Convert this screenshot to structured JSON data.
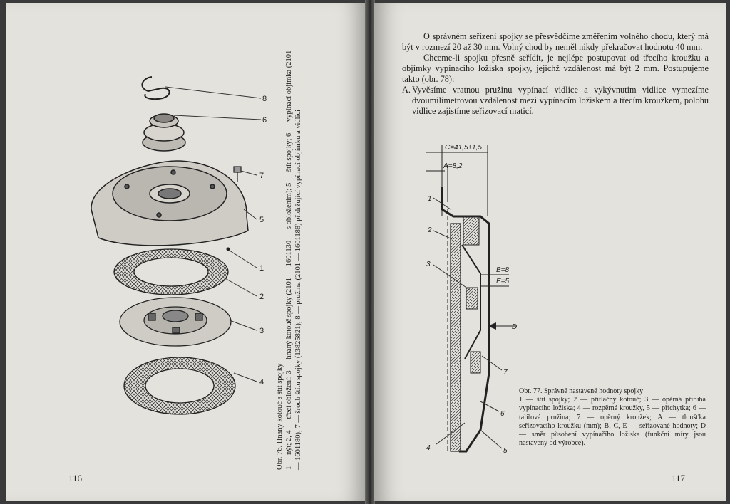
{
  "left_page": {
    "page_number": "116",
    "figure": {
      "labels": [
        "8",
        "6",
        "7",
        "5",
        "1",
        "2",
        "3",
        "4"
      ],
      "caption": {
        "title": "Obr. 76. Hnaný kotouč a štít spojky",
        "text": "1 — nýt; 2, 4 — třecí obložení; 3 — hnaný kotouč spojky (2101 — 1601130 — s obložením); 5 — štít spojky; 6 — vypínací objímka (2101 — 1601180); 7 — šroub štítu spojky (13825821); 8 — pružina (2101 — 1601188) přidržující vypínací objímku a vidlici"
      }
    }
  },
  "right_page": {
    "page_number": "117",
    "paragraphs": [
      "O správném seřízení spojky se přesvědčíme změřením volného chodu, který má být v rozmezí 20 až 30 mm. Volný chod by neměl nikdy překračovat hodnotu 40 mm.",
      "Chceme-li spojku přesně seřídit, je nejlépe postupovat od třecího kroužku a objímky vypínacího ložiska spojky, jejichž vzdálenost má být 2 mm. Postupujeme takto (obr. 78):"
    ],
    "item_a": {
      "label": "A.",
      "text": "Vyvěsíme vratnou pružinu vypínací vidlice a vykývnutím vidlice vymezíme dvoumilimetrovou vzdálenost mezi vypínacím ložiskem a třecím kroužkem, polohu vidlice zajistíme seřizovací maticí."
    },
    "figure": {
      "dim_c": "C=41,5±1,5",
      "dim_a": "A=8,2",
      "dim_b": "B=8",
      "dim_e": "E=5",
      "label_d": "D",
      "part_labels": [
        "1",
        "2",
        "3",
        "7",
        "6",
        "4",
        "5"
      ],
      "caption": {
        "title": "Obr. 77. Správně nastavené hodnoty spojky",
        "text": "1 — štít spojky; 2 — přítlačný kotouč; 3 — opěrná příruba vypínacího ložiska; 4 — rozpěrné kroužky, 5 — příchytka; 6 — talířová pružina; 7 — opěrný kroužek; A — tloušťka seřizovacího kroužku (mm); B, C, E — seřizované hodnoty; D — směr působení vypínačího ložiska (funkční míry jsou nastaveny od výrobce)."
      }
    }
  }
}
